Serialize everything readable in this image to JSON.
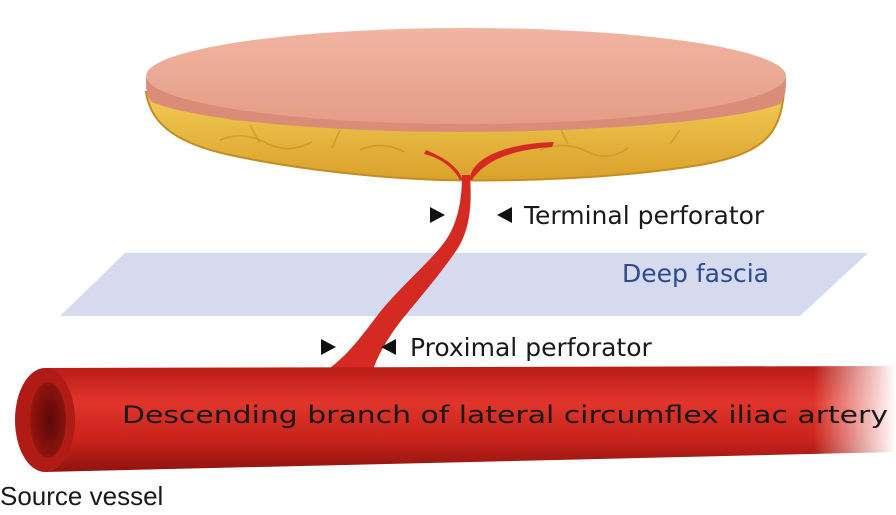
{
  "labels": {
    "terminal_perforator": "Terminal perforator",
    "deep_fascia": "Deep fascia",
    "proximal_perforator": "Proximal perforator",
    "artery_name": "Descending branch of lateral circumflex iliac artery",
    "source_vessel": "Source vessel"
  },
  "colors": {
    "skin": "#eca792",
    "fat": "#e8b73a",
    "vessel": "#d42a22",
    "fascia": "#c9d0ea",
    "fascia_text": "#2e4a8c"
  }
}
